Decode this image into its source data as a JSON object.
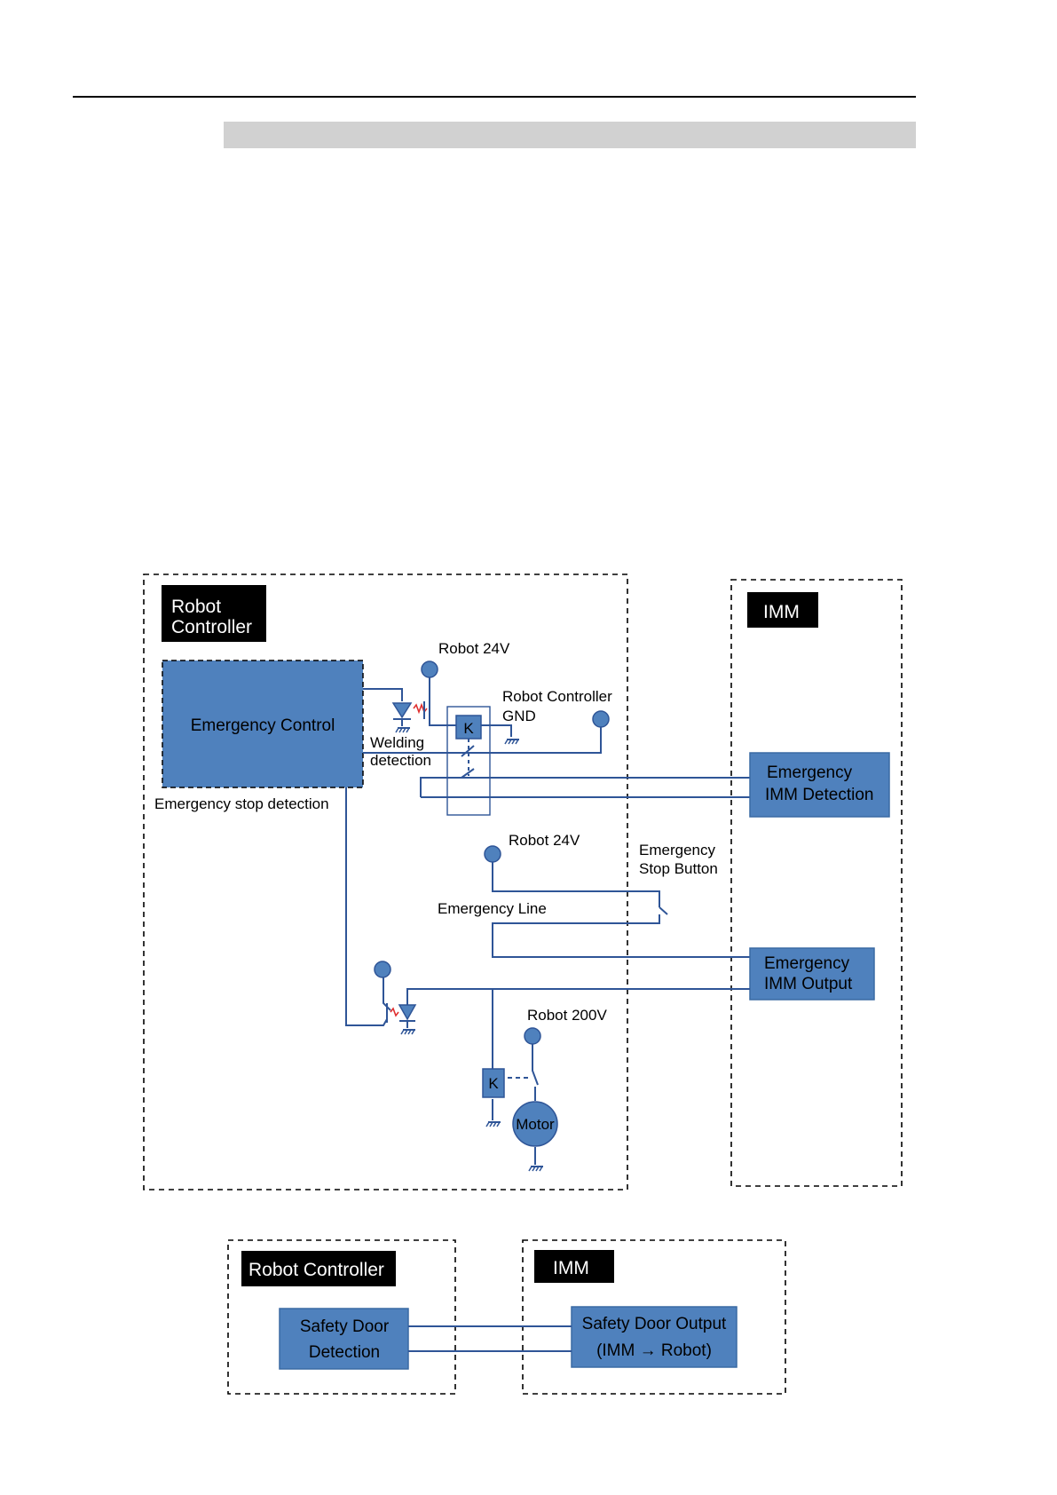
{
  "colors": {
    "block_fill": "#4f81bd",
    "block_stroke": "#3a6aa3",
    "wire": "#2f5597",
    "label_box": "#000000",
    "header_bar": "#d1d1d1",
    "accent_red": "#e03030"
  },
  "diagram1": {
    "robot_controller_title_line1": "Robot",
    "robot_controller_title_line2": "Controller",
    "imm_title": "IMM",
    "emergency_control": "Emergency Control",
    "emergency_stop_detection": "Emergency stop detection",
    "welding_line1": "Welding",
    "welding_line2": "detection",
    "robot_24v_top": "Robot 24V",
    "robot_controller_gnd_line1": "Robot Controller",
    "robot_controller_gnd_line2": "GND",
    "relay_k": "K",
    "robot_24v_mid": "Robot 24V",
    "estop_button_line1": "Emergency",
    "estop_button_line2": "Stop Button",
    "emergency_line": "Emergency  Line",
    "imm_detection_line1": "Emergency",
    "imm_detection_line2": "IMM Detection",
    "imm_output_line1": "Emergency",
    "imm_output_line2": "IMM Output",
    "robot_200v": "Robot 200V",
    "motor_k": "K",
    "motor": "Motor"
  },
  "diagram2": {
    "robot_controller_title": "Robot Controller",
    "imm_title": "IMM",
    "safety_door_detection_line1": "Safety Door",
    "safety_door_detection_line2": "Detection",
    "safety_door_output_line1": "Safety Door Output",
    "safety_door_output_line2": "(IMM →  Robot)"
  }
}
